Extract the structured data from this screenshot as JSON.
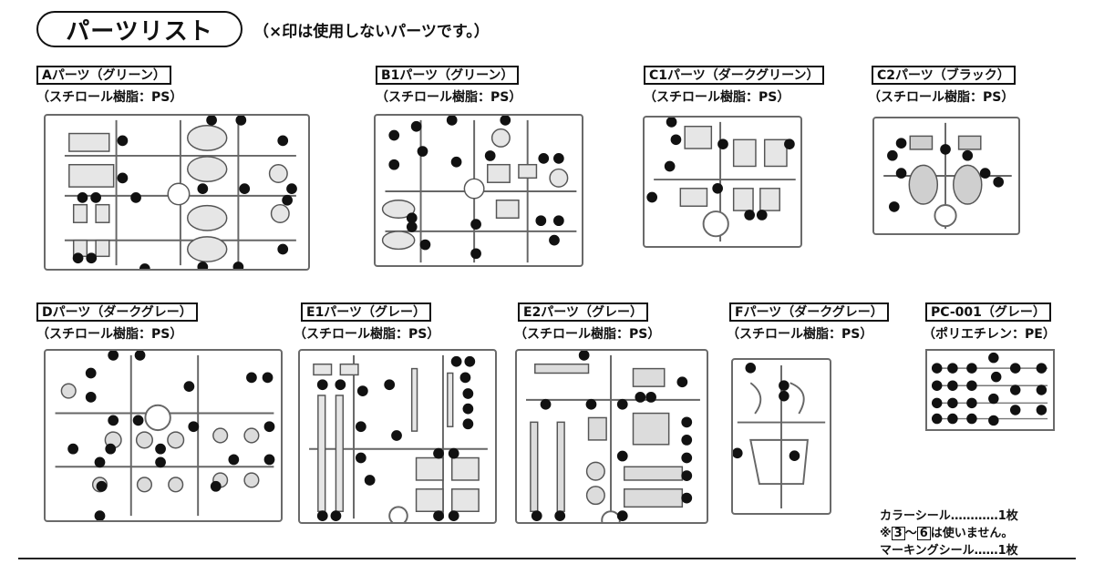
{
  "header": {
    "title": "パーツリスト",
    "note": "（×印は使用しないパーツです。）"
  },
  "sections": [
    {
      "label": "Aパーツ（グリーン）",
      "material": "（スチロール樹脂：PS）"
    },
    {
      "label": "B1パーツ（グリーン）",
      "material": "（スチロール樹脂：PS）"
    },
    {
      "label": "C1パーツ（ダークグリーン）",
      "material": "（スチロール樹脂：PS）"
    },
    {
      "label": "C2パーツ（ブラック）",
      "material": "（スチロール樹脂：PS）"
    },
    {
      "label": "Dパーツ（ダークグレー）",
      "material": "（スチロール樹脂：PS）"
    },
    {
      "label": "E1パーツ（グレー）",
      "material": "（スチロール樹脂：PS）"
    },
    {
      "label": "E2パーツ（グレー）",
      "material": "（スチロール樹脂：PS）"
    },
    {
      "label": "Fパーツ（ダークグレー）",
      "material": "（スチロール樹脂：PS）"
    },
    {
      "label": "PC-001（グレー）",
      "material": "（ポリエチレン：PE）"
    }
  ],
  "footer": {
    "color_seal": "カラーシール…………1枚",
    "note_prefix": "※",
    "note_from": "3",
    "note_tilde": "～",
    "note_to": "6",
    "note_suffix": "は使いません。",
    "marking_seal": "マーキングシール……1枚"
  }
}
